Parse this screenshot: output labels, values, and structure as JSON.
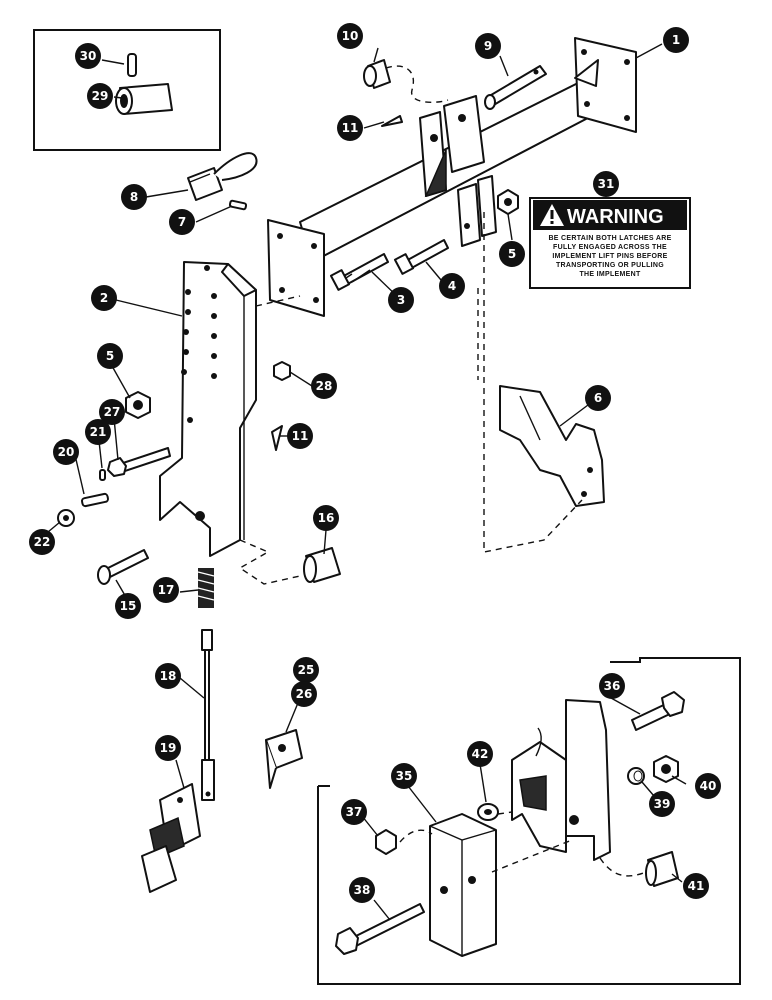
{
  "warning": {
    "icon": "warning-triangle-icon",
    "title": "WARNING",
    "lines": [
      "BE CERTAIN BOTH LATCHES ARE",
      "FULLY ENGAGED ACROSS THE",
      "IMPLEMENT LIFT PINS BEFORE",
      "TRANSPORTING OR PULLING",
      "THE IMPLEMENT"
    ]
  },
  "callouts": {
    "c1": "1",
    "c2": "2",
    "c3": "3",
    "c4": "4",
    "c5a": "5",
    "c5b": "5",
    "c6": "6",
    "c7": "7",
    "c8": "8",
    "c9": "9",
    "c10": "10",
    "c11a": "11",
    "c11b": "11",
    "c15": "15",
    "c16": "16",
    "c17": "17",
    "c18": "18",
    "c19": "19",
    "c20": "20",
    "c21": "21",
    "c22": "22",
    "c25": "25",
    "c26": "26",
    "c27": "27",
    "c28": "28",
    "c29": "29",
    "c30": "30",
    "c31": "31",
    "c35": "35",
    "c36": "36",
    "c37": "37",
    "c38": "38",
    "c39": "39",
    "c40": "40",
    "c41": "41",
    "c42": "42"
  }
}
